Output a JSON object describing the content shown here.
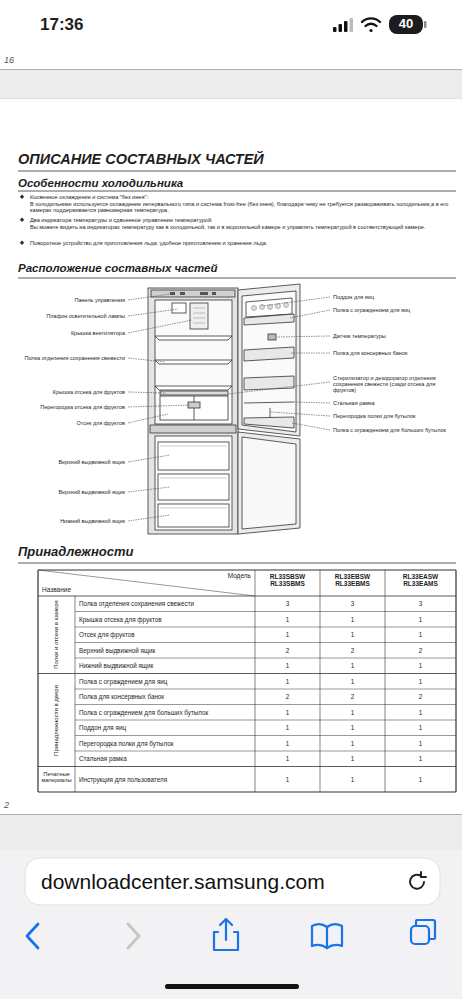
{
  "diagram": {
    "title": "ОПИСАНИЕ СОСТАВНЫХ ЧАСТЕЙ",
    "nodes": [
      {
        "text": [
          "downloadcenter.samsung.com"
        ]
      }
    ],
    "labels": [
      "17:36",
      "40",
      "16",
      "Особенности холодильника",
      "Косвенное охлаждение и система \"без инея\":",
      "В холодильнике используется охлаждение интервального типа и система frost-free (без инея), благодаря чему не требуется размораживать холодильник,а в его камерах поддерживается равномерная температура.",
      "Два индикатора температуры и сдвоенное управление температурой:",
      "Вы можете видеть на индикаторах температуру как в холодильной, так и в морозильной камере и управлять температурой в соответствующей камере.",
      "Поворотное устройство для приготовления льда: удобное приготовление и хранение льда.",
      "Расположение составных частей",
      "Панель управления",
      "Плафон осветительной лампы",
      "Крышка вентилятора",
      "Полка отделения сохранения свежести",
      "Крышка отсека для фруктов",
      "Перегородка отсека для фруктов",
      "Отсек для фруктов",
      "Верхний выдвижной ящик",
      "Верхний выдвижной ящик",
      "Нижний выдвижной ящик",
      "Поддон для яиц",
      "Полка с ограждением для яиц",
      "Датчик температуры",
      "Полка для консервных банок",
      "Стерилизатор и дезодоратор отделения сохранения свежести (сзади отсека для фруктов)",
      "Стальная рамка",
      "Перегородка полки для бутылок",
      "Полка с ограждением для больших бутылок",
      "Принадлежности",
      "Модель",
      "Название",
      "RL33SBSW RL33SBMS",
      "RL33EBSW RL33EBMS",
      "RL33EASW RL33EAMS",
      "Полки и отсеки в камере",
      "Полка отделения сохранения свежести",
      "3",
      "3",
      "3",
      "Крышка отсека для фруктов",
      "1",
      "1",
      "1",
      "Отсек для фруктов",
      "1",
      "1",
      "1",
      "Верхний выдвижной ящик",
      "2",
      "2",
      "2",
      "Нижний выдвижной ящик",
      "1",
      "1",
      "1",
      "Принадлежности в двери",
      "Полка с ограждением для яиц",
      "1",
      "1",
      "1",
      "Полка для консервных банок",
      "2",
      "2",
      "2",
      "Полка с ограждением для больших бутылок",
      "1",
      "1",
      "1",
      "Поддон для яиц",
      "1",
      "1",
      "1",
      "Перегородка полки для бутылок",
      "1",
      "1",
      "1",
      "Стальная рамка",
      "1",
      "1",
      "1",
      "Печатные материалы",
      "Инструкция для пользователя",
      "1",
      "1",
      "1",
      "2"
    ]
  }
}
